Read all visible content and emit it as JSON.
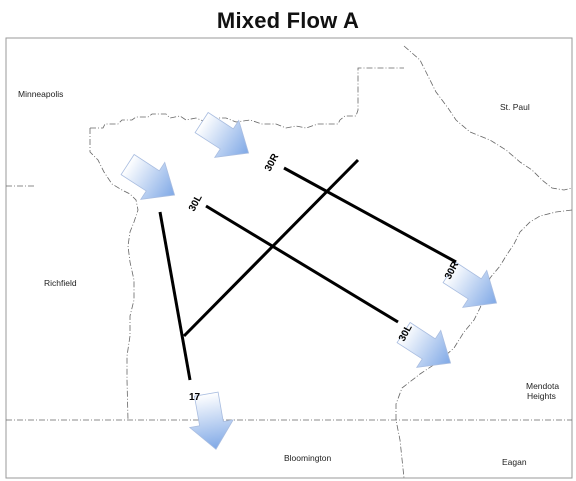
{
  "title": "Mixed Flow A",
  "cities": {
    "minneapolis": "Minneapolis",
    "st_paul": "St. Paul",
    "richfield": "Richfield",
    "mendota_line1": "Mendota",
    "mendota_line2": "Heights",
    "bloomington": "Bloomington",
    "eagan": "Eagan"
  },
  "runways": {
    "r30r_top": "30R",
    "r30r_bottom": "30R",
    "r30l_top": "30L",
    "r30l_bottom": "30L",
    "r17": "17"
  },
  "colors": {
    "arrow_light": "#ffffff",
    "arrow_dark": "#7fa8e6",
    "runway": "#000000",
    "boundary": "#666666"
  }
}
